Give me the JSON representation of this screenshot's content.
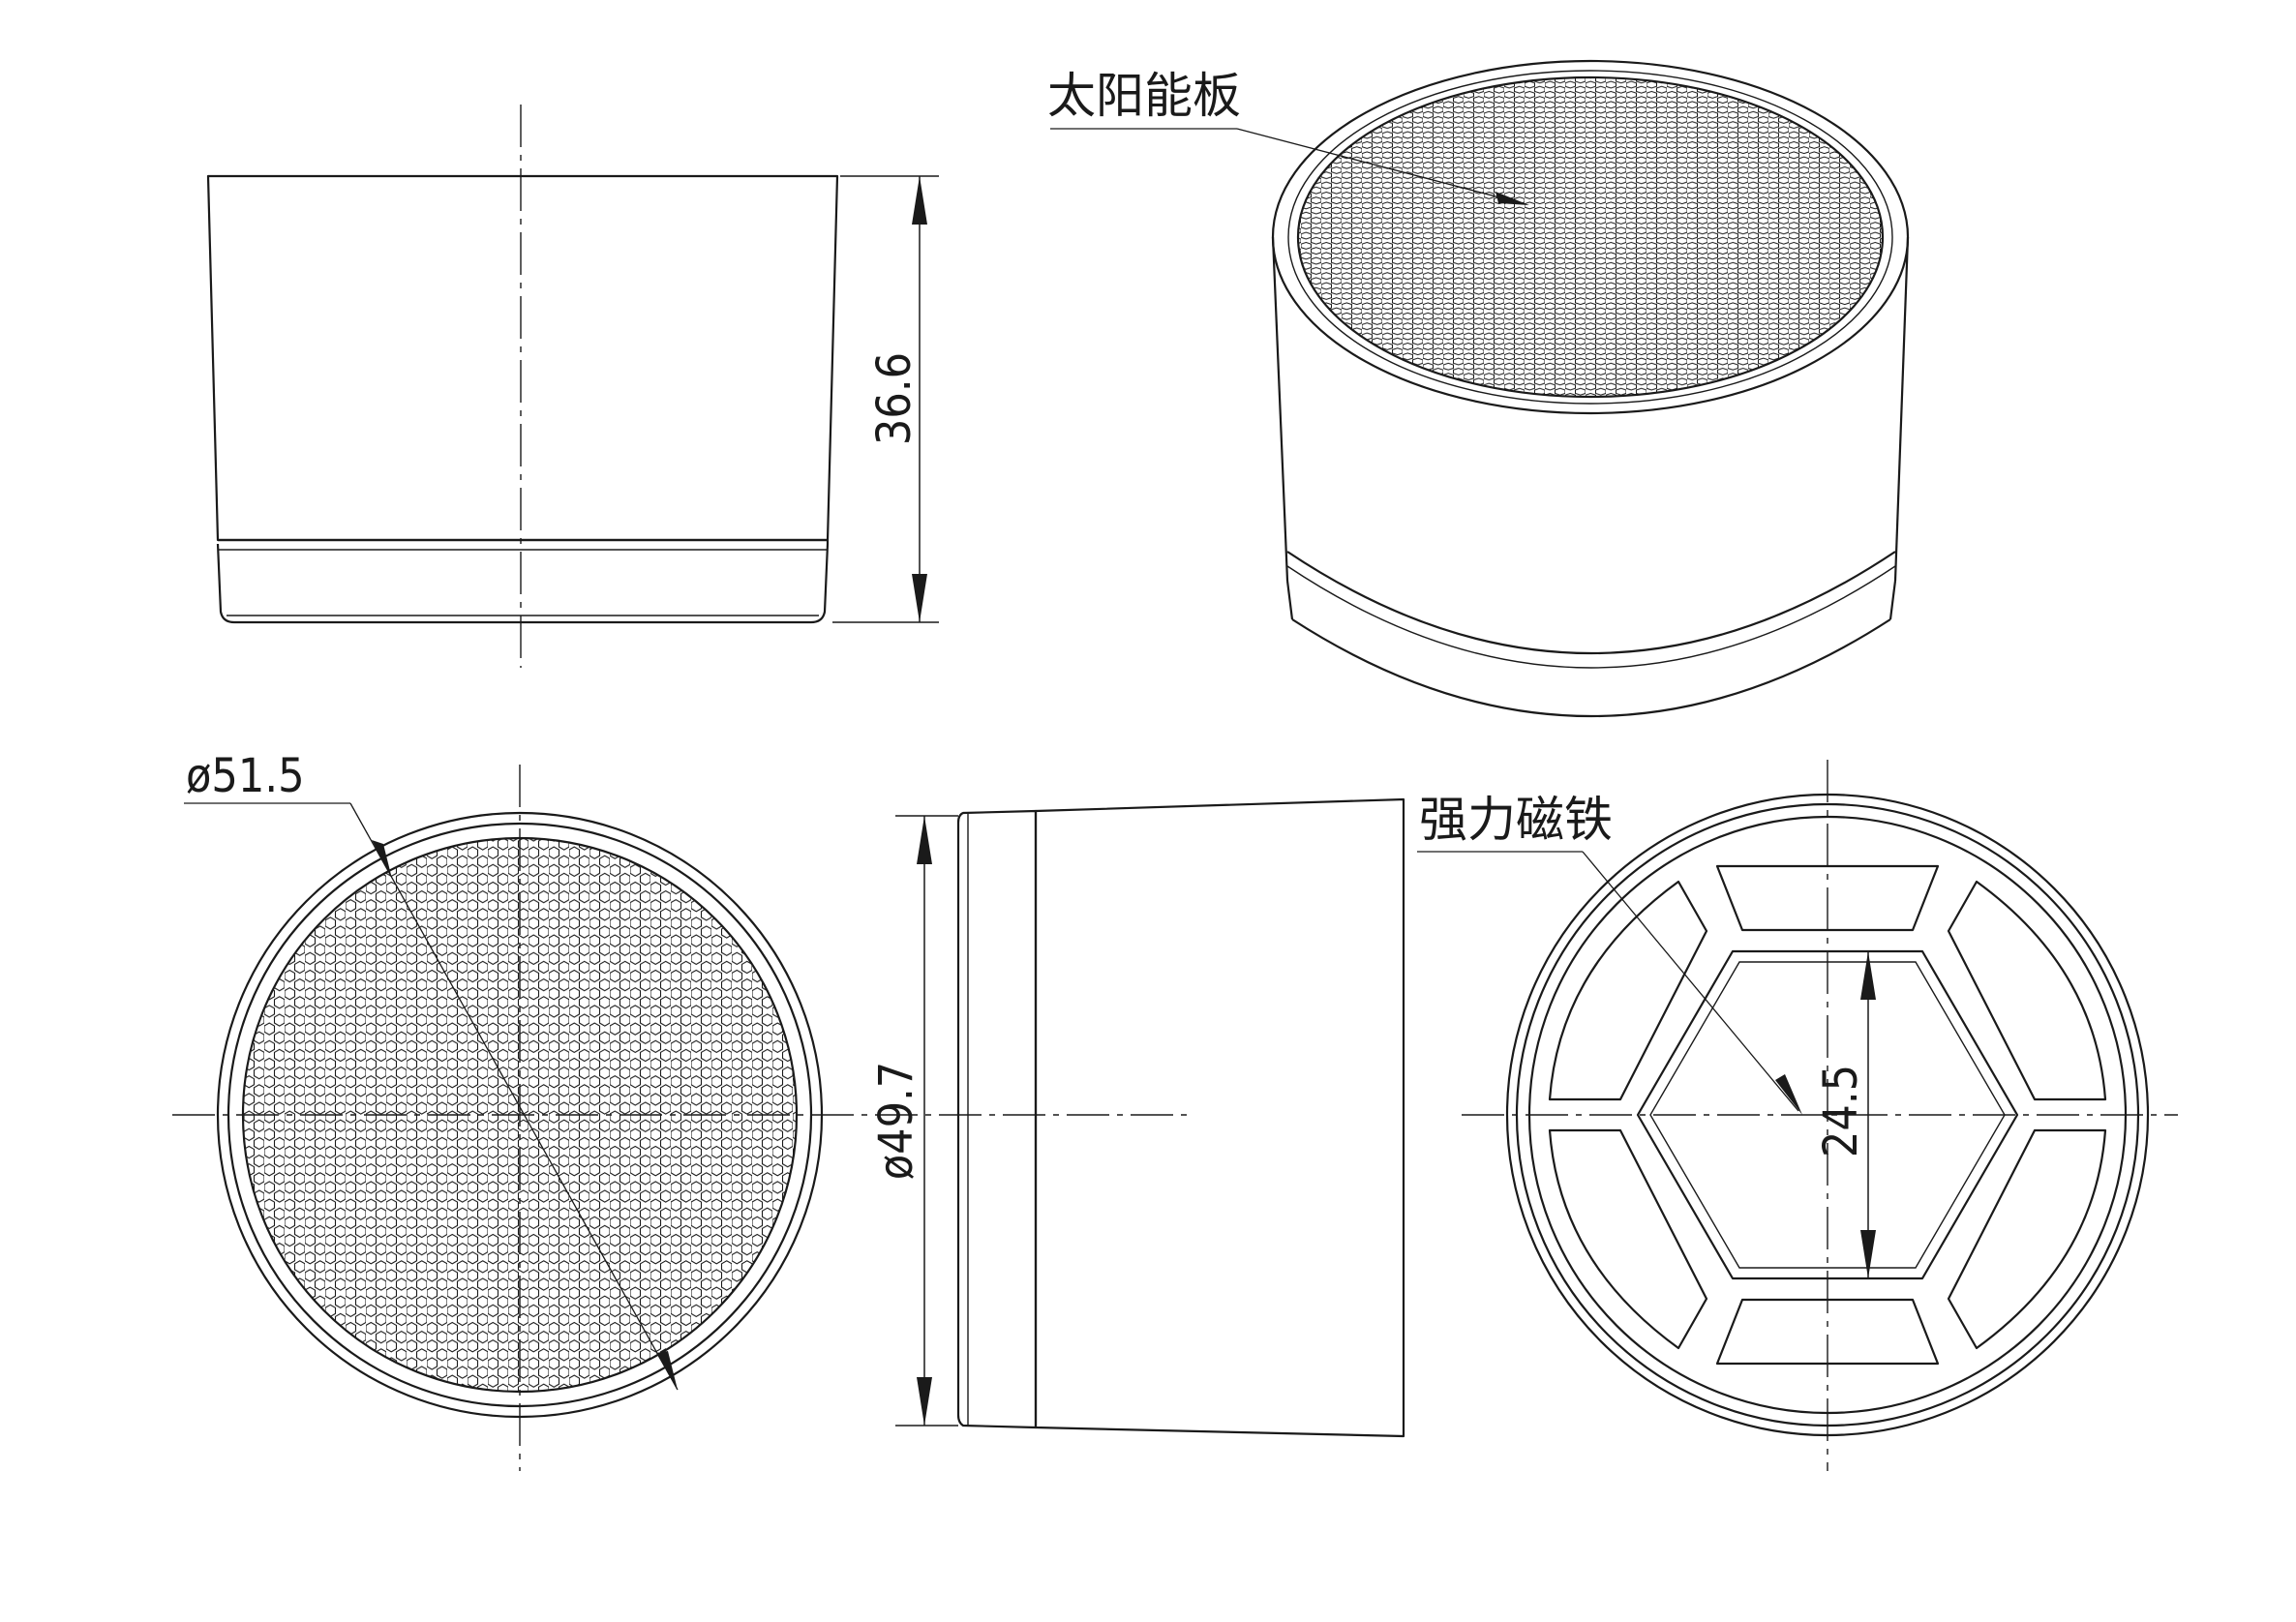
{
  "labels": {
    "solar_panel": "太阳能板",
    "strong_magnet": "强力磁铁"
  },
  "dimensions": {
    "height": "36.6",
    "top_diameter": "ø51.5",
    "bottom_diameter": "ø49.7",
    "hex_width": "24.5"
  },
  "colors": {
    "line": "#1a1a1a",
    "background": "#ffffff"
  }
}
